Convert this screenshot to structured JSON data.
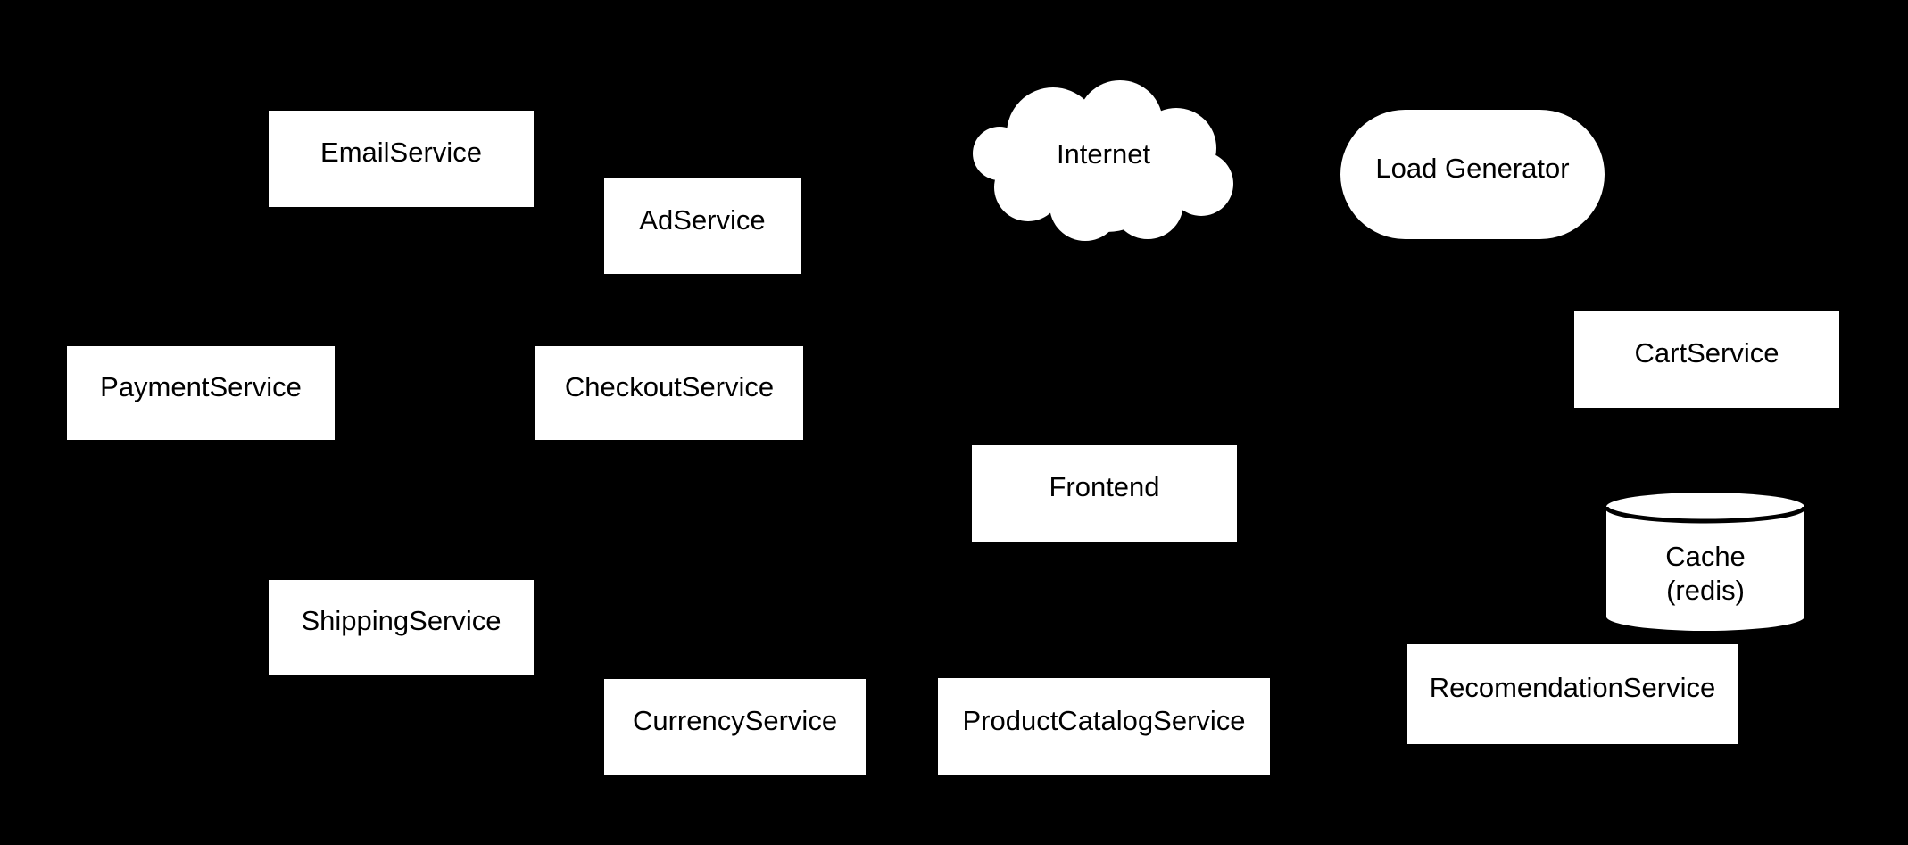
{
  "diagram": {
    "type": "architecture-diagram",
    "colors": {
      "background": "#000000",
      "node_fill": "#ffffff",
      "node_text": "#000000",
      "cylinder_stroke": "#000000"
    },
    "nodes": {
      "email": {
        "label": "EmailService",
        "shape": "rectangle"
      },
      "ad": {
        "label": "AdService",
        "shape": "rectangle"
      },
      "internet": {
        "label": "Internet",
        "shape": "cloud"
      },
      "loadgen": {
        "label": "Load Generator",
        "shape": "stadium"
      },
      "payment": {
        "label": "PaymentService",
        "shape": "rectangle"
      },
      "checkout": {
        "label": "CheckoutService",
        "shape": "rectangle"
      },
      "cart": {
        "label": "CartService",
        "shape": "rectangle"
      },
      "frontend": {
        "label": "Frontend",
        "shape": "rectangle"
      },
      "cache": {
        "label_line1": "Cache",
        "label_line2": "(redis)",
        "shape": "cylinder"
      },
      "shipping": {
        "label": "ShippingService",
        "shape": "rectangle"
      },
      "currency": {
        "label": "CurrencyService",
        "shape": "rectangle"
      },
      "productcatalog": {
        "label": "ProductCatalogService",
        "shape": "rectangle"
      },
      "recomendation": {
        "label": "RecomendationService",
        "shape": "rectangle"
      }
    },
    "edges": []
  }
}
